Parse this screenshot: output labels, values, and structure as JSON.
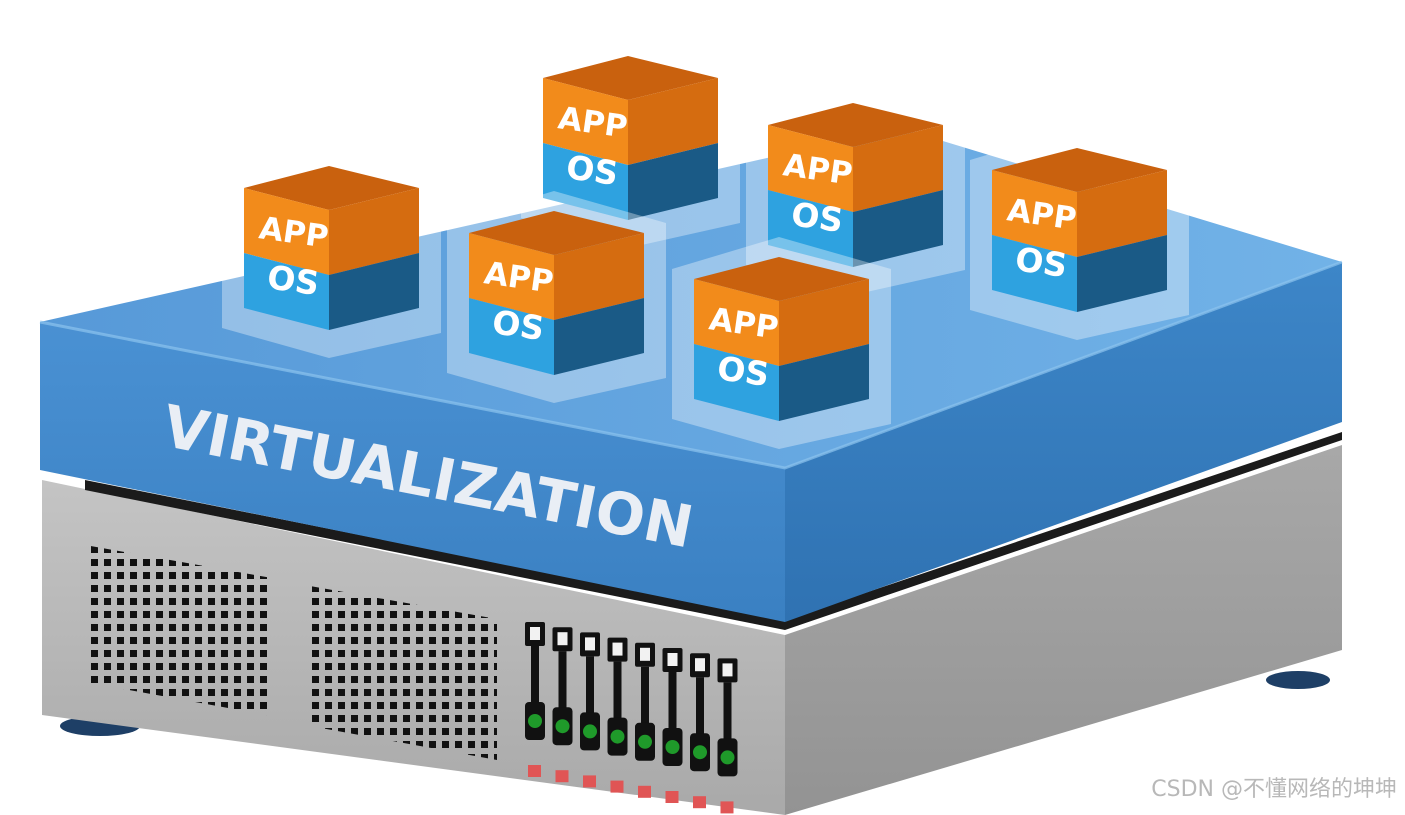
{
  "layer_label": "VIRTUALIZATION",
  "vm_boxes": [
    {
      "app": "APP",
      "os": "OS"
    },
    {
      "app": "APP",
      "os": "OS"
    },
    {
      "app": "APP",
      "os": "OS"
    },
    {
      "app": "APP",
      "os": "OS"
    },
    {
      "app": "APP",
      "os": "OS"
    },
    {
      "app": "APP",
      "os": "OS"
    }
  ],
  "server": {
    "drive_bay_count": 8,
    "drive_led_color": "#1f9a2a",
    "indicator_color": "#e05555"
  },
  "colors": {
    "virtualization_layer": "#4f94d2",
    "app_layer": "#f28b1b",
    "os_layer": "#2ea2e0",
    "server_body": "#b5b5b5"
  },
  "watermark": "CSDN @不懂网络的坤坤"
}
